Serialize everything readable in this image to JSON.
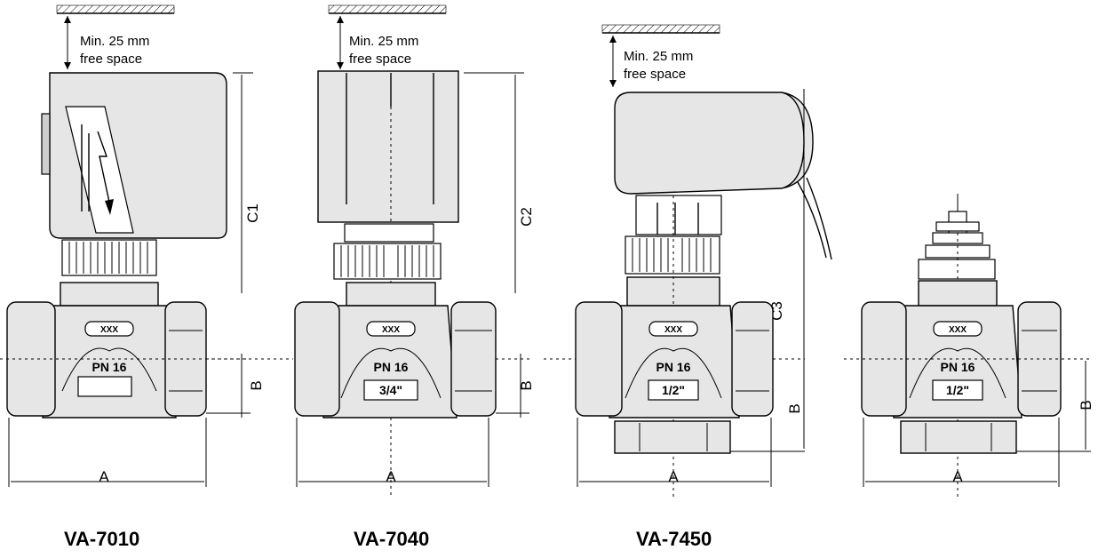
{
  "clearance_note": {
    "line1": "Min. 25 mm",
    "line2": "free space"
  },
  "dimensions": {
    "a": "A",
    "b": "B",
    "c1": "C1",
    "c2": "C2",
    "c3": "C3"
  },
  "valve_markings": {
    "pressure": "PN 16",
    "size_3_4": "3/4\"",
    "size_1_2": "1/2\"",
    "code": "XXX"
  },
  "models": [
    {
      "label": "VA-7010"
    },
    {
      "label": "VA-7040"
    },
    {
      "label": "VA-7450"
    }
  ]
}
